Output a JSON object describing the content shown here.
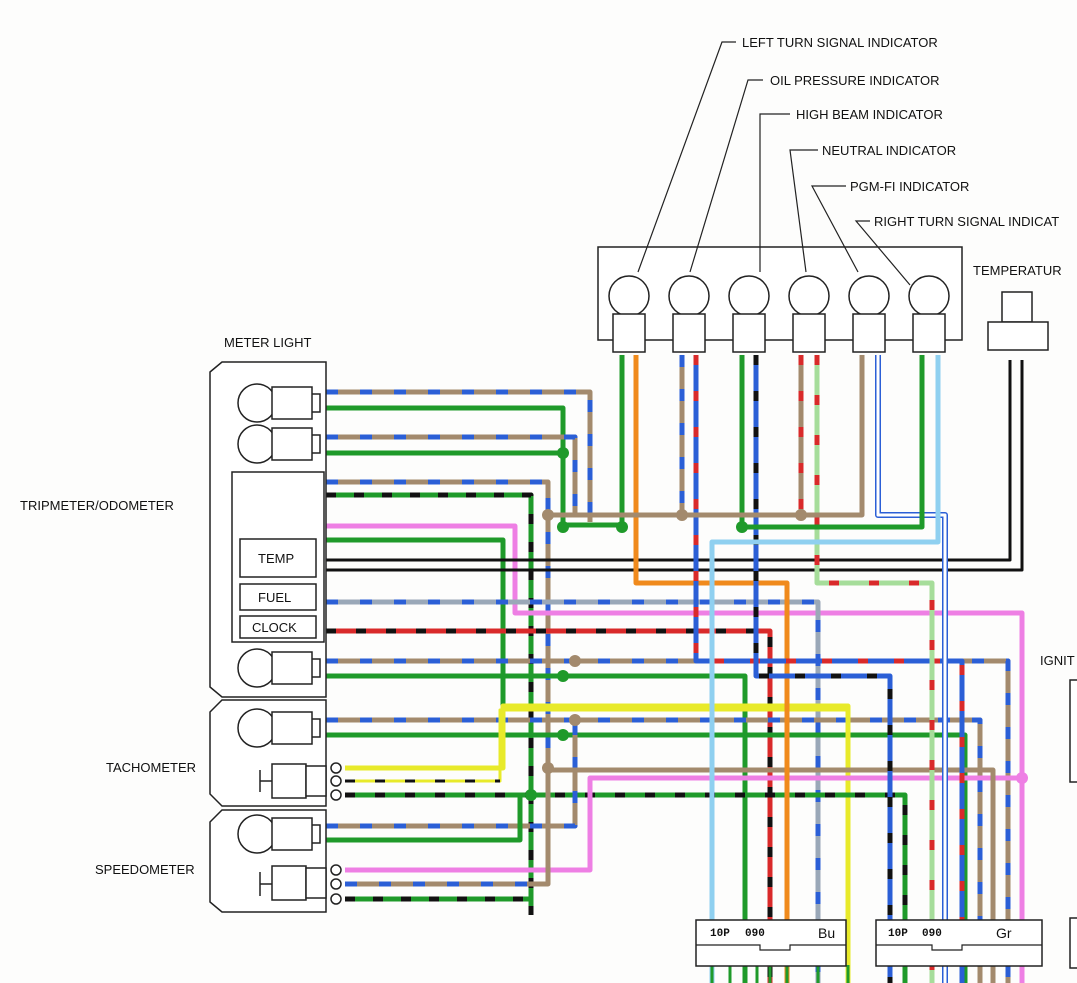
{
  "indicators": {
    "left_turn": "LEFT TURN SIGNAL INDICATOR",
    "oil": "OIL PRESSURE INDICATOR",
    "high_beam": "HIGH BEAM INDICATOR",
    "neutral": "NEUTRAL INDICATOR",
    "pgm": "PGM-FI INDICATOR",
    "right_turn": "RIGHT TURN SIGNAL INDICAT"
  },
  "labels": {
    "meter_light": "METER LIGHT",
    "tripmeter": "TRIPMETER/ODOMETER",
    "tachometer": "TACHOMETER",
    "speedometer": "SPEEDOMETER",
    "temperature": "TEMPERATUR",
    "ignition": "IGNIT",
    "temp": "TEMP",
    "fuel": "FUEL",
    "clock": "CLOCK"
  },
  "connectors": [
    {
      "pins": "10P",
      "code": "090",
      "color_code": "Bu"
    },
    {
      "pins": "10P",
      "code": "090",
      "color_code": "Gr"
    }
  ],
  "wire_colors": {
    "green": "#1f9a2a",
    "brown": "#a38a6d",
    "blue": "#2b5fd6",
    "light_blue": "#8fd0f0",
    "orange": "#f08a1c",
    "pink": "#ee7fe4",
    "red": "#d92a2a",
    "light_green": "#a6dd9a",
    "yellow": "#e8ea2a",
    "black": "#111111",
    "gray": "#9aa8b8",
    "white": "#ffffff"
  }
}
